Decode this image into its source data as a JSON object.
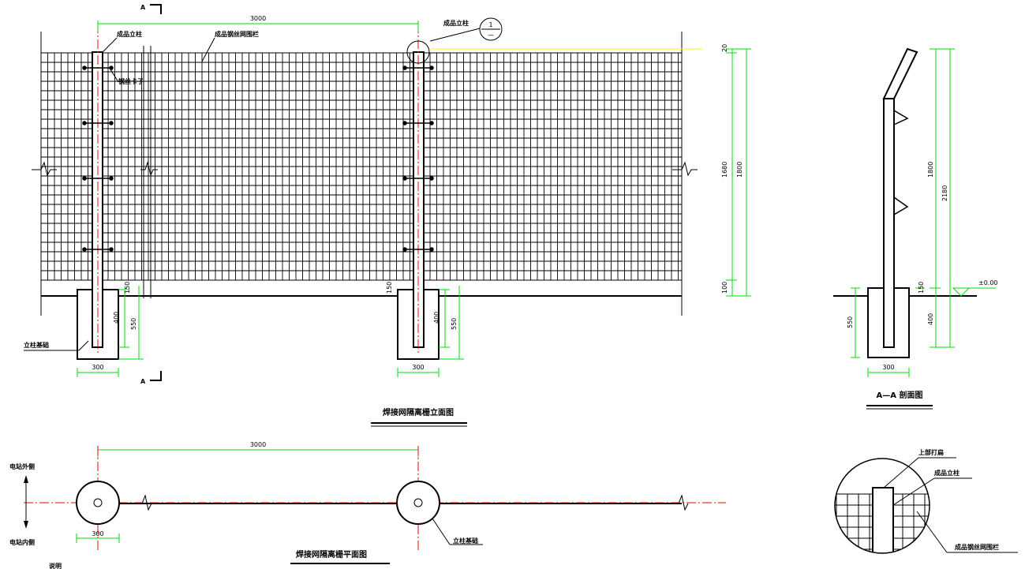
{
  "colors": {
    "line": "#000000",
    "dimension": "#00dd00",
    "centerline": "#ff0000",
    "leader": "#ffff00"
  },
  "elevation": {
    "title": "焊接网隔离栅立面图",
    "section_mark": "A",
    "post_spacing": "3000",
    "label_post": "成品立柱",
    "label_mesh": "成品钢丝网围栏",
    "label_clip": "钢丝卡子",
    "label_foundation": "立柱基础",
    "detail_no": "1",
    "detail_sheet": "—",
    "dim_top": "20",
    "dim_mesh": "1680",
    "dim_height": "1800",
    "dim_bottom": "100",
    "dim_found_top": "150",
    "dim_found_embed": "400",
    "dim_found_depth": "550",
    "dim_found_width": "300"
  },
  "section": {
    "title": "A—A 剖面图",
    "level": "±0.00",
    "dim_height": "1800",
    "dim_total": "2180",
    "dim_found_top": "150",
    "dim_found_embed": "400",
    "dim_found_depth": "550",
    "dim_found_width": "300"
  },
  "plan": {
    "title": "焊接网隔离栅平面图",
    "post_spacing": "3000",
    "label_outer": "电站外侧",
    "label_inner": "电站内侧",
    "label_foundation": "立柱基础",
    "dim_found_width": "300",
    "note": "说明"
  },
  "detail": {
    "label_top": "上部打扁",
    "label_post": "成品立柱",
    "label_mesh": "成品钢丝网围栏"
  }
}
